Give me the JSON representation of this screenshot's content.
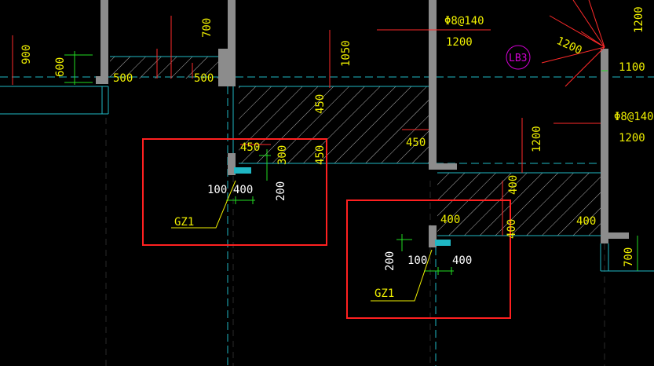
{
  "drawing": {
    "colors": {
      "background": "#000000",
      "wall": "#8c8c8c",
      "cyan_line": "#1fb7c4",
      "red_line": "#ff2a2a",
      "yellow_text": "#f0f000",
      "white_text": "#ffffff",
      "green_dim": "#22dd22",
      "hatch": "#b4b4b4",
      "magenta": "#d400d4",
      "highlight_box": "#ff2020"
    },
    "dimensions": {
      "d900": "900",
      "d600": "600",
      "d700_top": "700",
      "d500_a": "500",
      "d500_b": "500",
      "d1050": "1050",
      "d450_upper": "450",
      "d450_left": "450",
      "d300": "300",
      "d450_vert": "450",
      "d100_left": "100",
      "d400_left": "400",
      "d200_left": "200",
      "d450_mid": "450",
      "d400_mid": "400",
      "d400_right_vert": "400",
      "d400_right_vert2": "400",
      "d400_far_right": "400",
      "d200_right": "200",
      "d100_right": "100",
      "d400_right": "400",
      "d1200_top": "1200",
      "d1200_diag": "1200",
      "d1100": "1100",
      "d1200_mid": "1200",
      "d1200_right": "1200",
      "d700_bottom": "700"
    },
    "labels": {
      "rebar_top": "Φ8@140",
      "rebar_right": "Φ8@140",
      "slab_tag": "LB3",
      "column_tag_left": "GZ1",
      "column_tag_right": "GZ1"
    }
  }
}
